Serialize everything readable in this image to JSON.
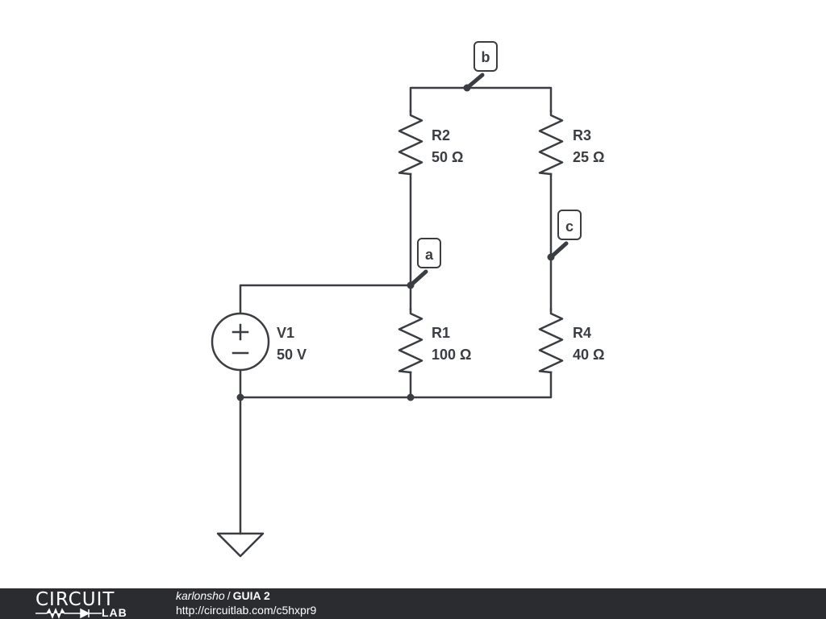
{
  "components": {
    "V1": {
      "name": "V1",
      "value": "50 V"
    },
    "R1": {
      "name": "R1",
      "value": "100 Ω"
    },
    "R2": {
      "name": "R2",
      "value": "50 Ω"
    },
    "R3": {
      "name": "R3",
      "value": "25 Ω"
    },
    "R4": {
      "name": "R4",
      "value": "40 Ω"
    }
  },
  "nodes": {
    "a": "a",
    "b": "b",
    "c": "c"
  },
  "footer": {
    "logo_top": "CIRCUIT",
    "logo_bottom": "LAB",
    "author": "karlonsho",
    "separator": "/",
    "title": "GUIA 2",
    "url": "http://circuitlab.com/c5hxpr9"
  }
}
